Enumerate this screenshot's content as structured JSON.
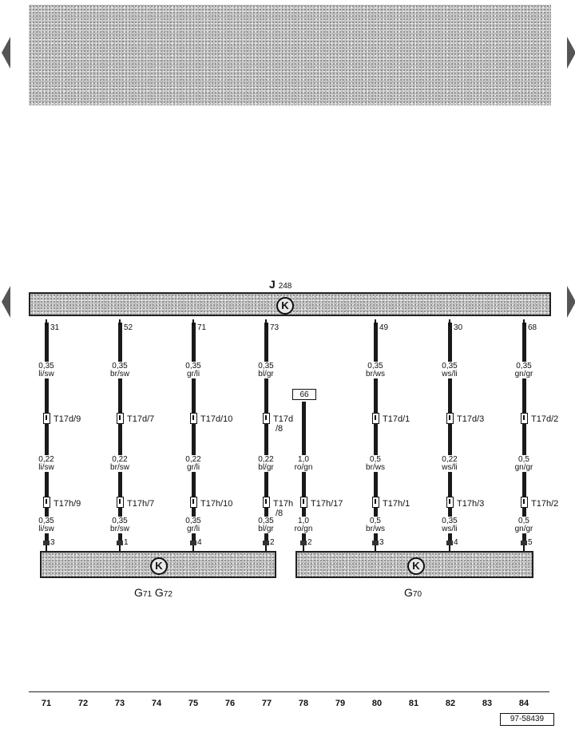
{
  "component_top": {
    "name": "J",
    "sub": "248",
    "marker": "K"
  },
  "components_bottom": [
    {
      "name": "G",
      "sub": "71",
      "name2": "G",
      "sub2": "72",
      "marker": "K"
    },
    {
      "name": "G",
      "sub": "70",
      "marker": "K"
    }
  ],
  "reference_box": "66",
  "wires": [
    {
      "pin_top": "31",
      "spec1": "0,35",
      "color1": "li/sw",
      "conn1": "T17d/9",
      "spec2": "0,22",
      "color2": "li/sw",
      "conn2": "T17h/9",
      "spec3": "0,35",
      "color3": "li/sw",
      "pin_bottom": "3"
    },
    {
      "pin_top": "52",
      "spec1": "0,35",
      "color1": "br/sw",
      "conn1": "T17d/7",
      "spec2": "0,22",
      "color2": "br/sw",
      "conn2": "T17h/7",
      "spec3": "0,35",
      "color3": "br/sw",
      "pin_bottom": "1"
    },
    {
      "pin_top": "71",
      "spec1": "0,35",
      "color1": "gr/li",
      "conn1": "T17d/10",
      "spec2": "0,22",
      "color2": "gr/li",
      "conn2": "T17h/10",
      "spec3": "0,35",
      "color3": "gr/li",
      "pin_bottom": "4"
    },
    {
      "pin_top": "73",
      "spec1": "0,35",
      "color1": "bl/gr",
      "conn1": "T17d",
      "conn1b": "/8",
      "spec2": "0,22",
      "color2": "bl/gr",
      "conn2": "T17h",
      "conn2b": "/8",
      "spec3": "0,35",
      "color3": "bl/gr",
      "pin_bottom": "2"
    },
    {
      "pin_top": "",
      "spec1": "",
      "color1": "",
      "conn1": "",
      "spec2": "1,0",
      "color2": "ro/gn",
      "conn2": "T17h/17",
      "spec3": "1,0",
      "color3": "ro/gn",
      "pin_bottom": "2"
    },
    {
      "pin_top": "49",
      "spec1": "0,35",
      "color1": "br/ws",
      "conn1": "T17d/1",
      "spec2": "0,5",
      "color2": "br/ws",
      "conn2": "T17h/1",
      "spec3": "0,5",
      "color3": "br/ws",
      "pin_bottom": "3"
    },
    {
      "pin_top": "30",
      "spec1": "0,35",
      "color1": "ws/li",
      "conn1": "T17d/3",
      "spec2": "0,22",
      "color2": "ws/li",
      "conn2": "T17h/3",
      "spec3": "0,35",
      "color3": "ws/li",
      "pin_bottom": "4"
    },
    {
      "pin_top": "68",
      "spec1": "0,35",
      "color1": "gn/gr",
      "conn1": "T17d/2",
      "spec2": "0,5",
      "color2": "gn/gr",
      "conn2": "T17h/2",
      "spec3": "0,5",
      "color3": "gn/gr",
      "pin_bottom": "5"
    }
  ],
  "column_numbers": [
    "71",
    "72",
    "73",
    "74",
    "75",
    "76",
    "77",
    "78",
    "79",
    "80",
    "81",
    "82",
    "83",
    "84"
  ],
  "doc_id": "97-58439"
}
